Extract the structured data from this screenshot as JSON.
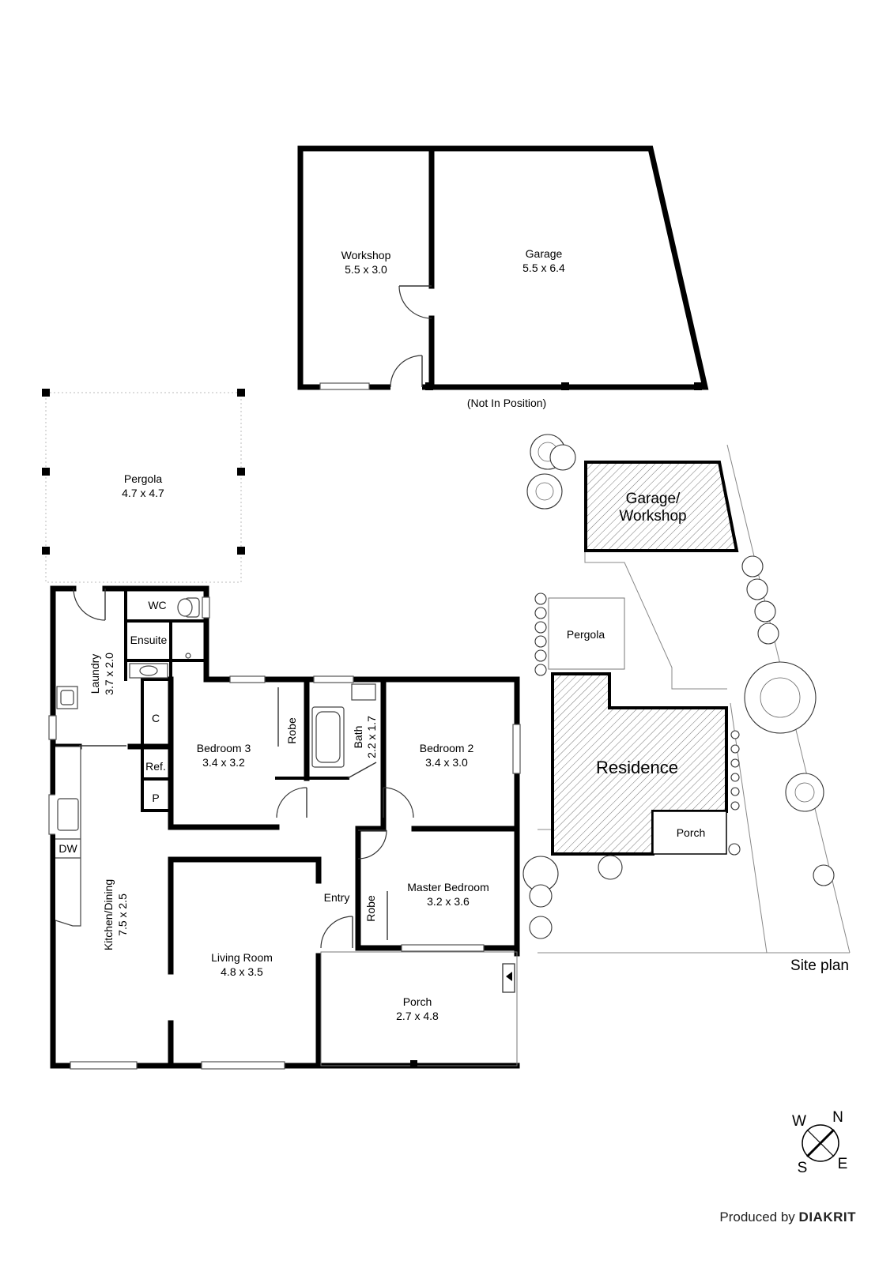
{
  "outbuilding": {
    "workshop": {
      "name": "Workshop",
      "size": "5.5 x 3.0"
    },
    "garage": {
      "name": "Garage",
      "size": "5.5 x 6.4"
    },
    "note": "(Not In Position)"
  },
  "house": {
    "pergola": {
      "name": "Pergola",
      "size": "4.7 x 4.7"
    },
    "wc": "WC",
    "ensuite": "Ensuite",
    "laundry": {
      "name": "Laundry",
      "size": "3.7 x 2.0"
    },
    "cupboard": "C",
    "refrigerator": "Ref.",
    "pantry": "P",
    "dishwasher": "DW",
    "kitchen_dining": {
      "name": "Kitchen/Dining",
      "size": "7.5 x 2.5"
    },
    "bedroom3": {
      "name": "Bedroom 3",
      "size": "3.4 x 3.2"
    },
    "robe1": "Robe",
    "bath": {
      "name": "Bath",
      "size": "2.2 x 1.7"
    },
    "bedroom2": {
      "name": "Bedroom 2",
      "size": "3.4 x 3.0"
    },
    "entry": "Entry",
    "robe2": "Robe",
    "master_bedroom": {
      "name": "Master Bedroom",
      "size": "3.2 x 3.6"
    },
    "living_room": {
      "name": "Living Room",
      "size": "4.8 x 3.5"
    },
    "porch": {
      "name": "Porch",
      "size": "2.7 x 4.8"
    }
  },
  "site_plan": {
    "title": "Site plan",
    "garage_workshop_line1": "Garage/",
    "garage_workshop_line2": "Workshop",
    "pergola": "Pergola",
    "residence": "Residence",
    "porch": "Porch"
  },
  "compass": {
    "w": "W",
    "n": "N",
    "s": "S",
    "e": "E"
  },
  "credit": {
    "prefix": "Produced by",
    "brand": "DIAKRIT"
  }
}
